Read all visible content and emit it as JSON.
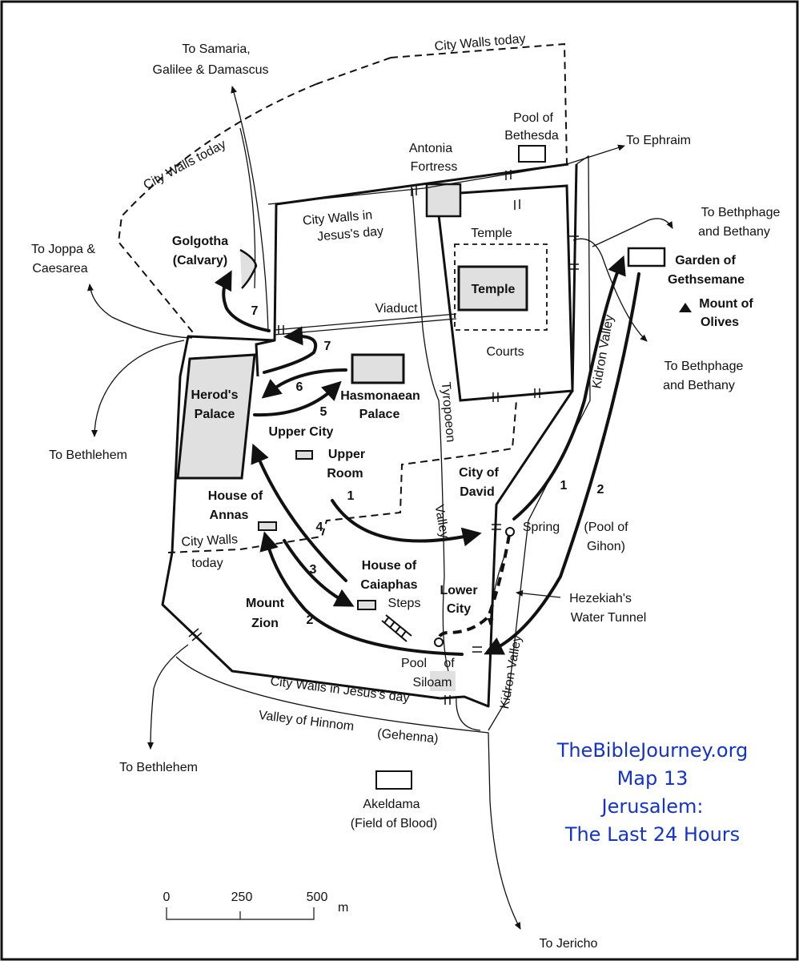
{
  "labels": {
    "to_samaria_1": "To Samaria,",
    "to_samaria_2": "Galilee & Damascus",
    "city_walls_today_top": "City Walls today",
    "city_walls_today_left": "City Walls today",
    "city_walls_today_bottom_1": "City Walls",
    "city_walls_today_bottom_2": "today",
    "pool_bethesda_1": "Pool of",
    "pool_bethesda_2": "Bethesda",
    "to_ephraim": "To Ephraim",
    "antonia_1": "Antonia",
    "antonia_2": "Fortress",
    "walls_jesus_1": "City Walls  in",
    "walls_jesus_2": "Jesus's day",
    "walls_jesus_bottom": "City Walls in Jesus's day",
    "temple_area": "Temple",
    "temple": "Temple",
    "courts": "Courts",
    "to_bethphage_1a": "To Bethphage",
    "to_bethphage_1b": "and Bethany",
    "to_bethphage_2a": "To Bethphage",
    "to_bethphage_2b": "and Bethany",
    "gethsemane_1": "Garden of",
    "gethsemane_2": "Gethsemane",
    "olives_1": "Mount of",
    "olives_2": "Olives",
    "to_joppa_1": "To Joppa &",
    "to_joppa_2": "Caesarea",
    "golgotha_1": "Golgotha",
    "golgotha_2": "(Calvary)",
    "viaduct": "Viaduct",
    "herods_1": "Herod's",
    "herods_2": "Palace",
    "hasmonaean_1": "Hasmonaean",
    "hasmonaean_2": "Palace",
    "upper_city": "Upper City",
    "upper_room_1": "Upper",
    "upper_room_2": "Room",
    "tyropoeon": "Tyropoeon",
    "valley_tyro": "Valley",
    "kidron_top": "Kidron Valley",
    "kidron_bottom": "Kidron Valley",
    "to_bethlehem_1": "To Bethlehem",
    "to_bethlehem_2": "To Bethlehem",
    "city_david_1": "City of",
    "city_david_2": "David",
    "house_annas_1": "House of",
    "house_annas_2": "Annas",
    "spring": "Spring",
    "gihon_1": "(Pool of",
    "gihon_2": "Gihon)",
    "house_caiaphas_1": "House of",
    "house_caiaphas_2": "Caiaphas",
    "steps": "Steps",
    "lower_city_1": "Lower",
    "lower_city_2": "City",
    "hezekiah_1": "Hezekiah's",
    "hezekiah_2": "Water Tunnel",
    "mount_zion_1": "Mount",
    "mount_zion_2": "Zion",
    "siloam_1": "Pool",
    "siloam_of": "of",
    "siloam_2": "Siloam",
    "hinnom": "Valley of Hinnom",
    "gehenna": "(Gehenna)",
    "akeldama_1": "Akeldama",
    "akeldama_2": "(Field of Blood)",
    "to_jericho": "To Jericho"
  },
  "route_numbers": {
    "n1_upper_room": "1",
    "n1_kidron": "1",
    "n2_kidron": "2",
    "n2_zion": "2",
    "n3": "3",
    "n4": "4",
    "n5": "5",
    "n6": "6",
    "n7_upper": "7",
    "n7_lower": "7"
  },
  "scale_bar": {
    "ticks": [
      "0",
      "250",
      "500"
    ],
    "unit": "m"
  },
  "credit": {
    "line1": "TheBibleJourney.org",
    "line2": "Map 13",
    "line3": "Jerusalem:",
    "line4": "The Last 24 Hours"
  },
  "colors": {
    "credit_text": "#1433cc",
    "building_fill": "#e0e0e0",
    "ink": "#111111"
  }
}
